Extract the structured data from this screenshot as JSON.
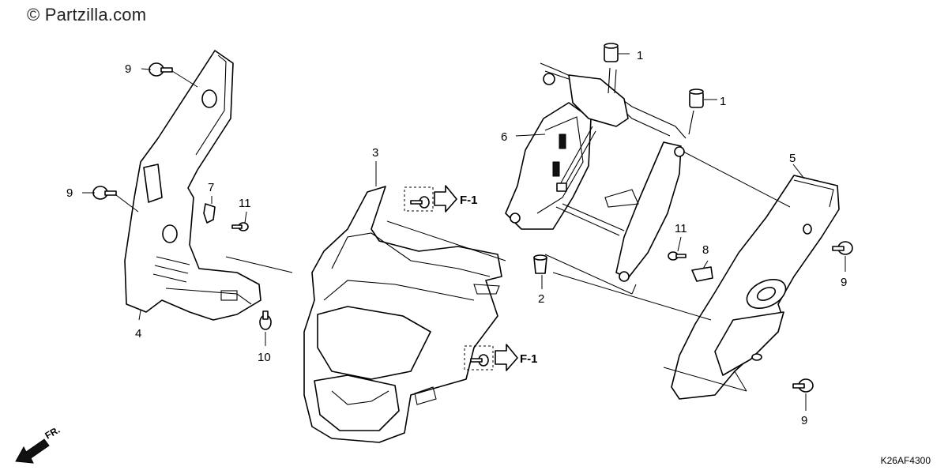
{
  "watermark": "© Partzilla.com",
  "diagram_code": "K26AF4300",
  "direction_label": "FR.",
  "reference_labels": [
    "F-1",
    "F-1"
  ],
  "callouts": [
    "1",
    "1",
    "2",
    "3",
    "4",
    "5",
    "6",
    "7",
    "8",
    "9",
    "9",
    "9",
    "9",
    "10",
    "11",
    "11"
  ],
  "icons": [
    "copyright-icon",
    "front-direction-arrow-icon",
    "reference-arrow-icon"
  ]
}
